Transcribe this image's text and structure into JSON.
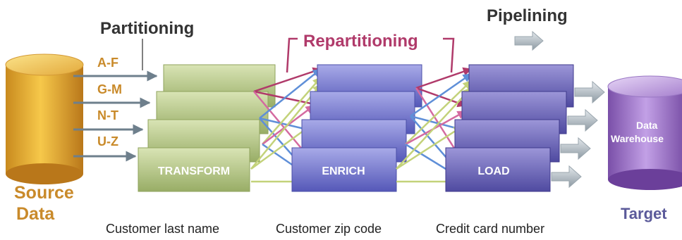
{
  "titles": {
    "partitioning": "Partitioning",
    "repartitioning": "Repartitioning",
    "pipelining": "Pipelining"
  },
  "source": {
    "label_line1": "Source",
    "label_line2": "Data",
    "partitions": [
      "A-F",
      "G-M",
      "N-T",
      "U-Z"
    ]
  },
  "stages": {
    "transform": "TRANSFORM",
    "enrich": "ENRICH",
    "load": "LOAD"
  },
  "captions": {
    "transform": "Customer last name",
    "enrich": "Customer zip code",
    "load": "Credit card number"
  },
  "target": {
    "cylinder_line1": "Data",
    "cylinder_line2": "Warehouse",
    "label": "Target"
  },
  "colors": {
    "heading_brown": "#c98a2a",
    "heading_dark": "#333333",
    "repartition_red": "#b03a6a",
    "stage_green": "#b7c98a",
    "stage_blue": "#6f72c8",
    "stage_purple": "#6a5fb0",
    "arrow_gray": "#7d8c96"
  }
}
